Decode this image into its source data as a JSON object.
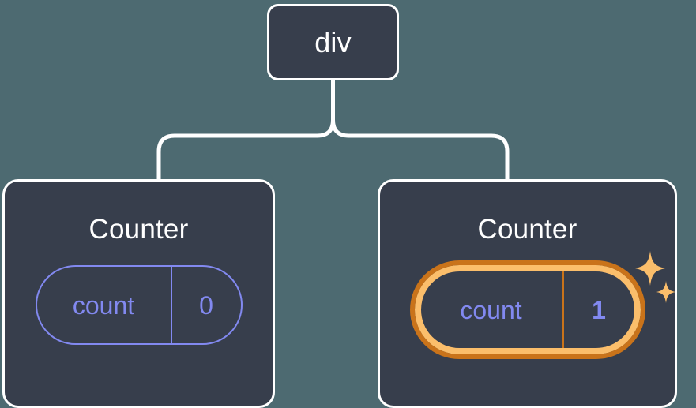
{
  "diagram": {
    "type": "component-tree",
    "background_color": "#4d6a71",
    "node_fill_color": "#373e4c",
    "node_border_color": "#ffffff",
    "edge_color": "#ffffff",
    "state_color": "#8289f0",
    "highlight_outer_color": "#c9731a",
    "highlight_inner_color": "#fbbe6b",
    "sparkle_color": "#fbbe6b"
  },
  "root": {
    "label": "div"
  },
  "children": [
    {
      "title": "Counter",
      "state": {
        "key": "count",
        "value": "0"
      },
      "highlighted": false
    },
    {
      "title": "Counter",
      "state": {
        "key": "count",
        "value": "1"
      },
      "highlighted": true
    }
  ]
}
